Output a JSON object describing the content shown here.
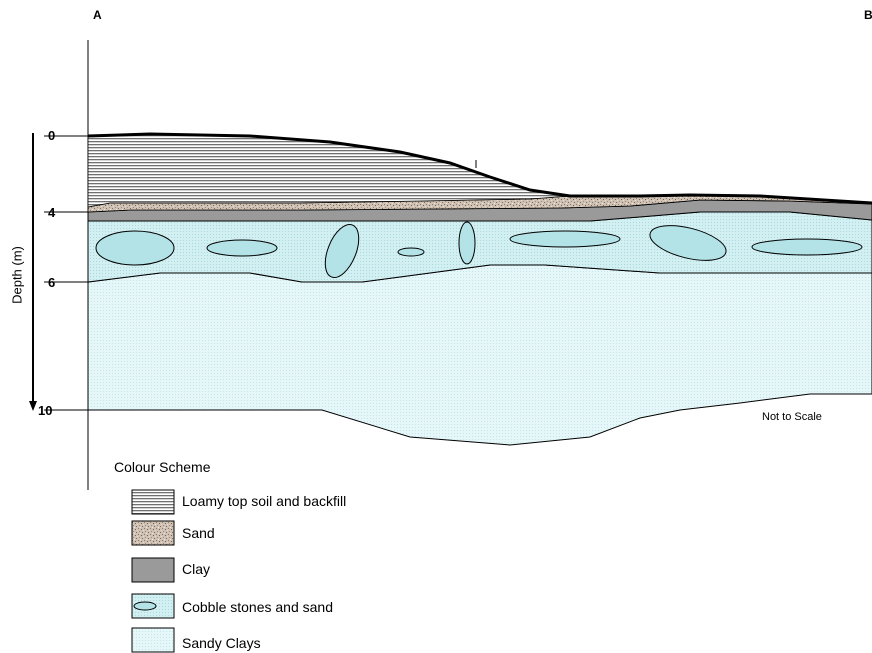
{
  "section": {
    "start_label": "A",
    "end_label": "B",
    "depth_axis_label": "Depth (m)",
    "depth_ticks": [
      "0",
      "4",
      "6",
      "10"
    ],
    "scale_note": "Not to Scale"
  },
  "legend": {
    "title": "Colour Scheme",
    "items": [
      {
        "label": "Loamy top soil and backfill",
        "pattern": "horizontal-hatch",
        "color": "#808080"
      },
      {
        "label": "Sand",
        "pattern": "speckled",
        "color": "#c8b8a8"
      },
      {
        "label": "Clay",
        "pattern": "solid",
        "color": "#9a9a9a"
      },
      {
        "label": "Cobble stones and sand",
        "pattern": "dotted-with-ellipse",
        "color": "#cdeef0"
      },
      {
        "label": "Sandy Clays",
        "pattern": "dotted",
        "color": "#e4f6f8"
      }
    ]
  }
}
